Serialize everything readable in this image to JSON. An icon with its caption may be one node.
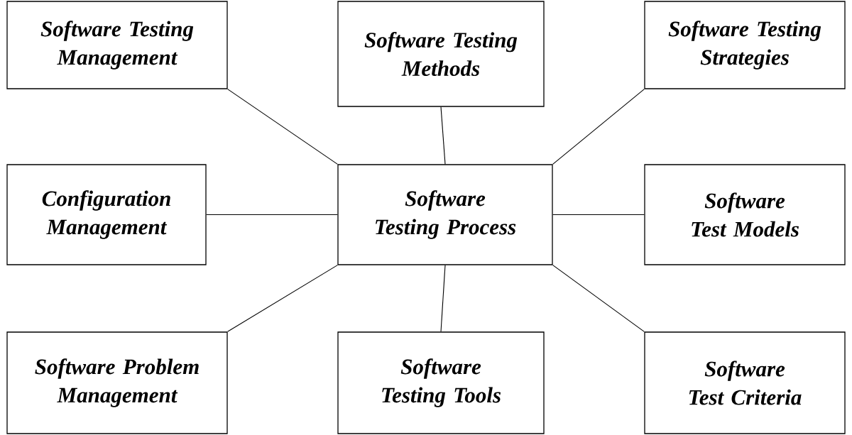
{
  "diagram": {
    "nodes": [
      {
        "text": [
          "Software Testing Management"
        ]
      },
      {
        "text": [
          "Software Testing Methods"
        ]
      },
      {
        "text": [
          "Software Testing Strategies"
        ]
      },
      {
        "text": [
          "Configuration Management"
        ]
      },
      {
        "text": [
          "Software Testing Process"
        ]
      },
      {
        "text": [
          "Software Test Models"
        ]
      },
      {
        "text": [
          "Software Problem Management"
        ]
      },
      {
        "text": [
          "Software Testing Tools"
        ]
      },
      {
        "text": [
          "Software Test Criteria"
        ]
      }
    ],
    "edges": [
      {
        "from": 4,
        "to": 0,
        "arrow": "none"
      },
      {
        "from": 4,
        "to": 1,
        "arrow": "none"
      },
      {
        "from": 4,
        "to": 2,
        "arrow": "none"
      },
      {
        "from": 4,
        "to": 3,
        "arrow": "none"
      },
      {
        "from": 4,
        "to": 5,
        "arrow": "none"
      },
      {
        "from": 4,
        "to": 6,
        "arrow": "none"
      },
      {
        "from": 4,
        "to": 7,
        "arrow": "none"
      },
      {
        "from": 4,
        "to": 8,
        "arrow": "none"
      }
    ]
  }
}
